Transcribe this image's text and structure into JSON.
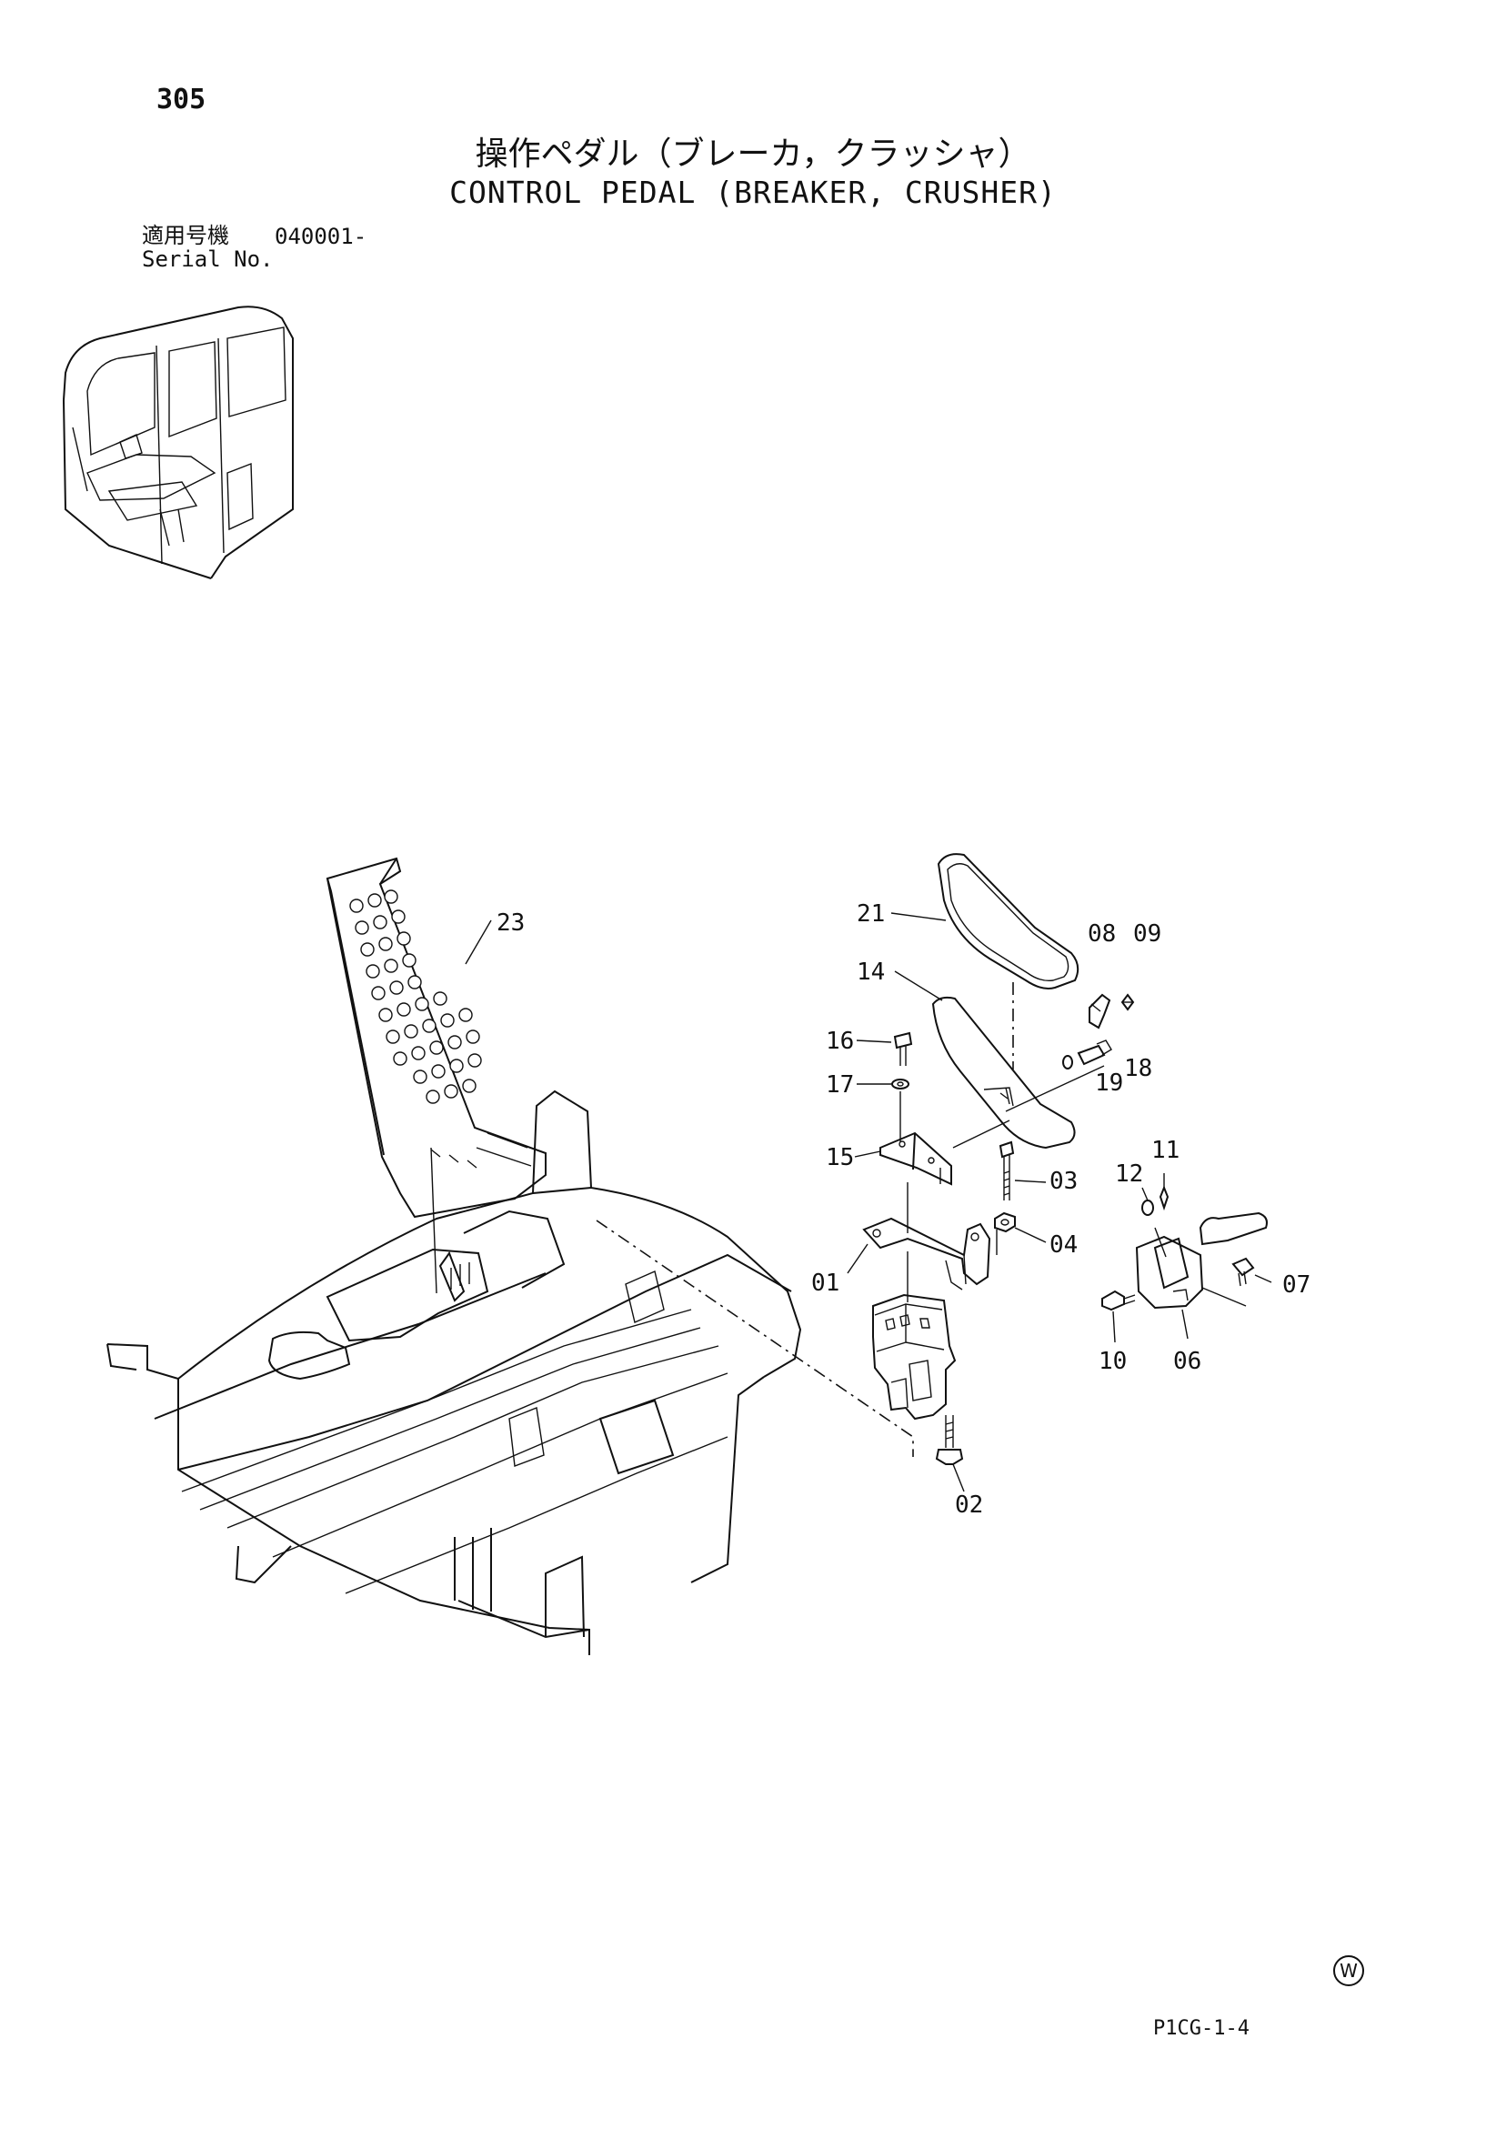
{
  "page_number": "305",
  "title_jp": "操作ペダル（ブレーカ，クラッシャ）",
  "title_en": "CONTROL PEDAL (BREAKER, CRUSHER)",
  "serial": {
    "label_jp": "適用号機",
    "label_en": "Serial No.",
    "value": "040001-"
  },
  "callouts": {
    "c01": "01",
    "c02": "02",
    "c03": "03",
    "c04": "04",
    "c06": "06",
    "c07": "07",
    "c08": "08",
    "c09": "09",
    "c10": "10",
    "c11": "11",
    "c12": "12",
    "c14": "14",
    "c15": "15",
    "c16": "16",
    "c17": "17",
    "c18": "18",
    "c19": "19",
    "c21": "21",
    "c23": "23"
  },
  "watermark": "W",
  "reference_code": "P1CG-1-4"
}
